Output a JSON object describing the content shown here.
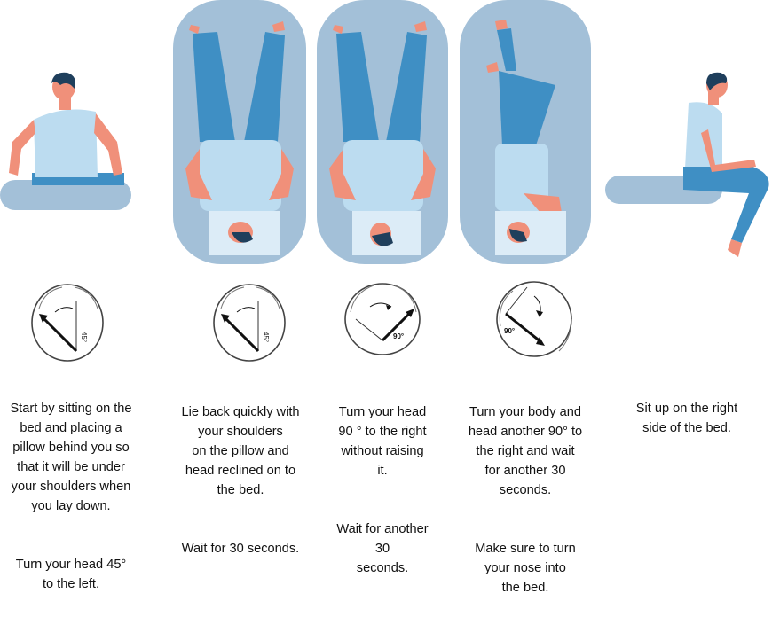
{
  "steps": [
    {
      "caption": "Start by sitting on the\nbed and placing a\npillow behind you so\nthat it will be under\nyour shoulders when\nyou lay down.",
      "caption2": "Turn your head 45°\nto the left.",
      "angle_label": "45°"
    },
    {
      "caption": "Lie back quickly with\nyour shoulders\non the pillow and\nhead reclined on to\nthe bed.",
      "caption2": "Wait for 30 seconds.",
      "angle_label": "45°"
    },
    {
      "caption": "Turn your head\n90 ° to the right\nwithout raising\nit.",
      "caption2": "Wait for another\n30\nseconds.",
      "angle_label": "90°"
    },
    {
      "caption": "Turn your body and\nhead another 90° to\nthe right and wait\nfor another 30\nseconds.",
      "caption2": "Make sure to turn\nyour nose into\nthe bed.",
      "angle_label": "90°"
    },
    {
      "caption": "Sit up on the right\nside of the bed.",
      "caption2": ""
    }
  ],
  "colors": {
    "panel": "#a3c0d8",
    "skin": "#f0907a",
    "shirt": "#bcdcf0",
    "pants": "#3f8fc4",
    "hair": "#1f3f5c",
    "pillow": "#dcecf7",
    "bed": "#a3c0d8"
  }
}
